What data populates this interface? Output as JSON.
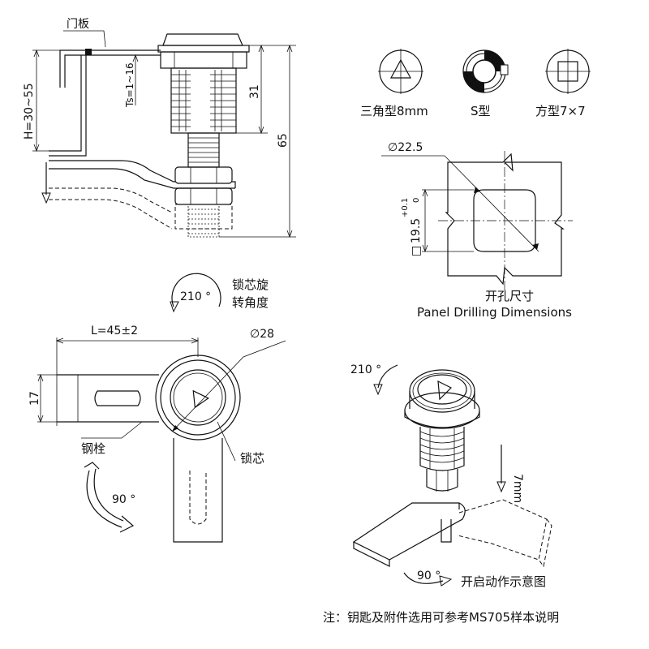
{
  "labels": {
    "door_panel": "门板",
    "height_range": "H=30~55",
    "ts_range": "Ts=1~16",
    "dim_31": "31",
    "dim_65": "65",
    "key_triangle": "三角型8mm",
    "key_s": "S型",
    "key_square": "方型7×7",
    "dia_225": "∅22.5",
    "dim_195": "19.5",
    "tol_upper": "+0.1",
    "tol_lower": "0",
    "square_sym": "□",
    "cutout_cn": "开孔尺寸",
    "cutout_en": "Panel Drilling Dimensions",
    "rot_210": "210 °",
    "rot_label_1": "锁芯旋",
    "rot_label_2": "转角度",
    "length": "L=45±2",
    "dia_28": "∅28",
    "dim_17": "17",
    "steel_bolt": "钢栓",
    "lock_core": "锁芯",
    "rot_90": "90 °",
    "iso_210": "210 °",
    "dim_7mm": "7mm",
    "iso_90": "90 °",
    "opening_diagram": "开启动作示意图",
    "note": "注：钥匙及附件选用可参考MS705样本说明"
  }
}
